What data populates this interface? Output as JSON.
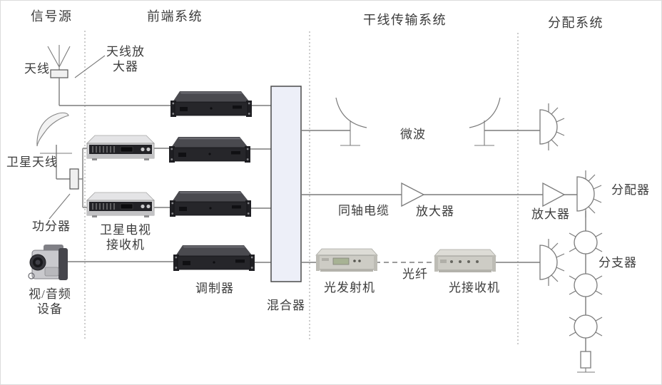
{
  "sections": {
    "signal_source": "信号源",
    "headend": "前端系统",
    "trunk": "干线传输系统",
    "distribution": "分配系统"
  },
  "signal_source": {
    "antenna": "天线",
    "antenna_amplifier": [
      "天线放",
      "大器"
    ],
    "satellite_dish": "卫星天线",
    "power_splitter": "功分器",
    "satellite_receiver": [
      "卫星电视",
      "接收机"
    ],
    "av_equipment": [
      "视/音频",
      "设备"
    ]
  },
  "headend": {
    "modulator": "调制器",
    "mixer": "混合器"
  },
  "trunk": {
    "microwave": "微波",
    "coaxial_cable": "同轴电缆",
    "amplifier": "放大器",
    "trunk_amplifier": "放大器",
    "optical_transmitter": "光发射机",
    "optical_fiber": "光纤",
    "optical_receiver": "光接收机"
  },
  "distribution": {
    "distributor": "分配器",
    "tap": "分支器"
  },
  "colors": {
    "line": "#7b7b7b",
    "dashed": "#a3a3a3",
    "text": "#3c3c3c",
    "mixer_fill": "#edeff8",
    "device_dark": "#26262a",
    "device_silver": "#d4d4d6"
  }
}
